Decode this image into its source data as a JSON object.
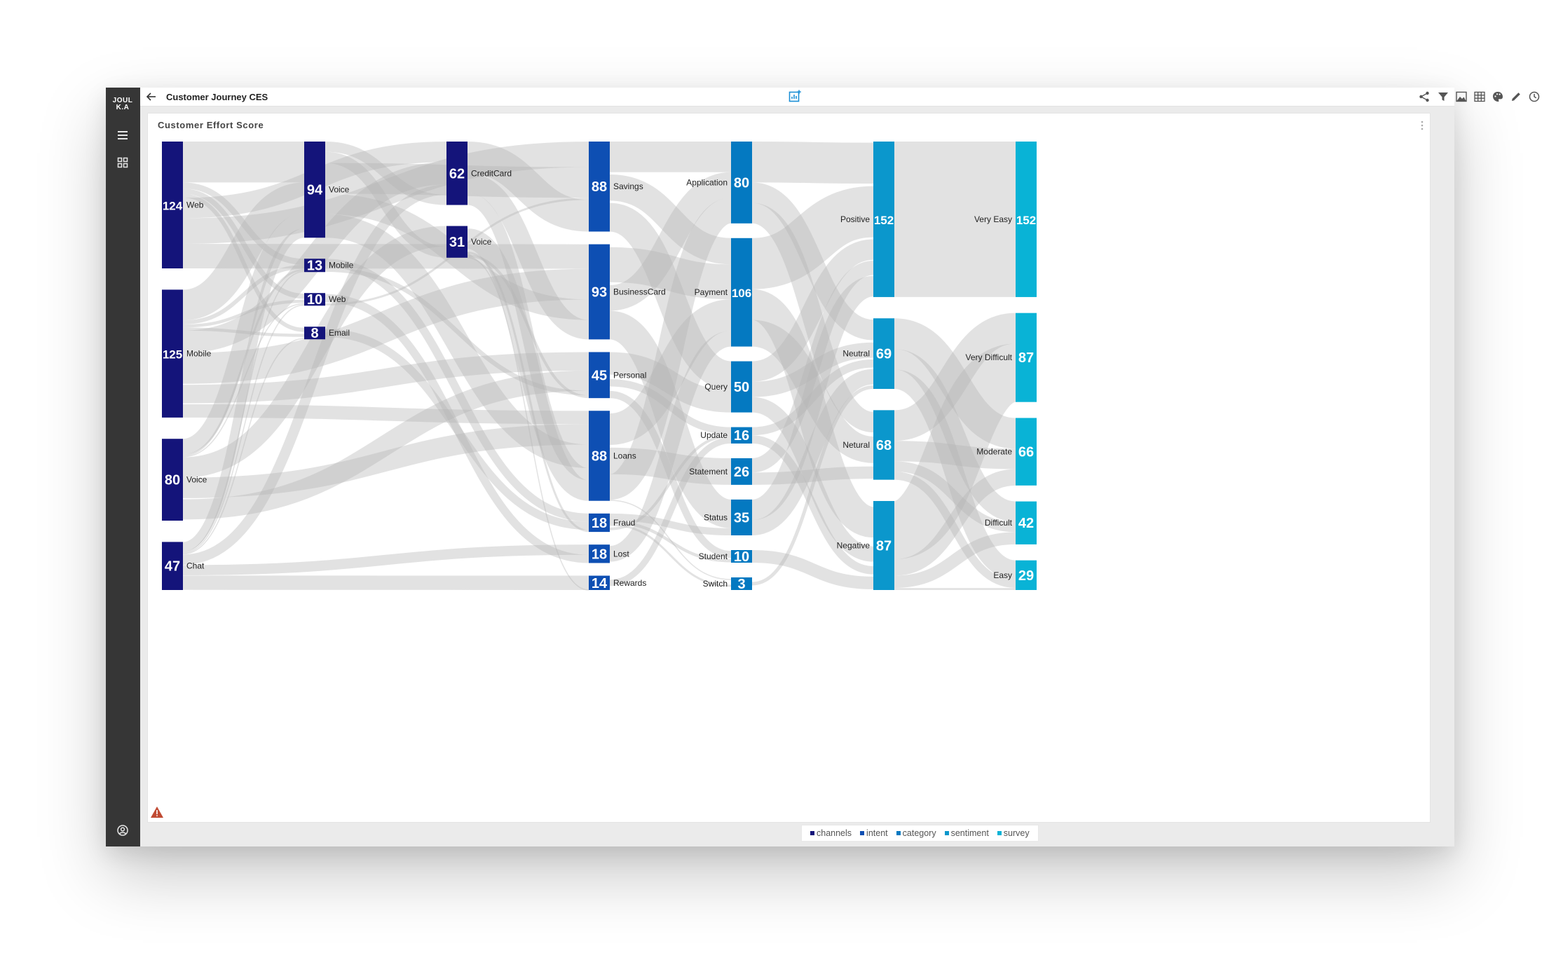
{
  "app": {
    "logo_text": "JOUL\nK.A",
    "title": "Customer Journey CES"
  },
  "panel": {
    "title": "Customer Effort Score"
  },
  "toolbar_icons": [
    "share-icon",
    "filter-icon",
    "image-icon",
    "table-icon",
    "palette-icon",
    "pencil-icon",
    "clock-icon"
  ],
  "colors": {
    "channels": "#14147a",
    "intent": "#0e4fb3",
    "category": "#0479c1",
    "sentiment": "#0b97cc",
    "survey": "#09b3d6",
    "link": "#b4b4b4"
  },
  "chart_data": {
    "type": "sankey",
    "title": "Customer Effort Score",
    "legend": [
      {
        "name": "channels",
        "color": "#14147a"
      },
      {
        "name": "intent",
        "color": "#0e4fb3"
      },
      {
        "name": "category",
        "color": "#0479c1"
      },
      {
        "name": "sentiment",
        "color": "#0b97cc"
      },
      {
        "name": "survey",
        "color": "#09b3d6"
      }
    ],
    "legend_position": "bottom-center",
    "columns": [
      {
        "name": "channels",
        "nodes": [
          {
            "label": "Web",
            "value": 124
          },
          {
            "label": "Mobile",
            "value": 125
          },
          {
            "label": "Voice",
            "value": 80
          },
          {
            "label": "Chat",
            "value": 47
          }
        ]
      },
      {
        "name": "channels",
        "nodes": [
          {
            "label": "Voice",
            "value": 94
          },
          {
            "label": "Mobile",
            "value": 13
          },
          {
            "label": "Web",
            "value": 10
          },
          {
            "label": "Email",
            "value": 8
          }
        ]
      },
      {
        "name": "channels",
        "nodes": [
          {
            "label": "CreditCard",
            "value": 62
          },
          {
            "label": "Voice",
            "value": 31
          }
        ]
      },
      {
        "name": "intent",
        "nodes": [
          {
            "label": "Savings",
            "value": 88
          },
          {
            "label": "BusinessCard",
            "value": 93
          },
          {
            "label": "Personal",
            "value": 45
          },
          {
            "label": "Loans",
            "value": 88
          },
          {
            "label": "Fraud",
            "value": 18
          },
          {
            "label": "Lost",
            "value": 18
          },
          {
            "label": "Rewards",
            "value": 14
          }
        ]
      },
      {
        "name": "category",
        "nodes": [
          {
            "label": "Application",
            "value": 80
          },
          {
            "label": "Payment",
            "value": 106
          },
          {
            "label": "Query",
            "value": 50
          },
          {
            "label": "Update",
            "value": 16
          },
          {
            "label": "Statement",
            "value": 26
          },
          {
            "label": "Status",
            "value": 35
          },
          {
            "label": "Student",
            "value": 10
          },
          {
            "label": "Switch",
            "value": 3
          }
        ]
      },
      {
        "name": "sentiment",
        "nodes": [
          {
            "label": "Positive",
            "value": 152
          },
          {
            "label": "Neutral",
            "value": 69
          },
          {
            "label": "Netural",
            "value": 68
          },
          {
            "label": "Negative",
            "value": 87
          }
        ]
      },
      {
        "name": "survey",
        "nodes": [
          {
            "label": "Very Easy",
            "value": 152
          },
          {
            "label": "Very Difficult",
            "value": 87
          },
          {
            "label": "Moderate",
            "value": 66
          },
          {
            "label": "Difficult",
            "value": 42
          },
          {
            "label": "Easy",
            "value": 29
          }
        ]
      }
    ],
    "links": [
      {
        "from": [
          0,
          0
        ],
        "to": [
          1,
          0
        ],
        "value": 40
      },
      {
        "from": [
          0,
          0
        ],
        "to": [
          1,
          1
        ],
        "value": 6
      },
      {
        "from": [
          0,
          0
        ],
        "to": [
          1,
          2
        ],
        "value": 5
      },
      {
        "from": [
          0,
          0
        ],
        "to": [
          1,
          3
        ],
        "value": 4
      },
      {
        "from": [
          0,
          1
        ],
        "to": [
          1,
          0
        ],
        "value": 30
      },
      {
        "from": [
          0,
          1
        ],
        "to": [
          1,
          1
        ],
        "value": 4
      },
      {
        "from": [
          0,
          1
        ],
        "to": [
          1,
          2
        ],
        "value": 3
      },
      {
        "from": [
          0,
          1
        ],
        "to": [
          1,
          3
        ],
        "value": 3
      },
      {
        "from": [
          0,
          2
        ],
        "to": [
          1,
          0
        ],
        "value": 15
      },
      {
        "from": [
          0,
          2
        ],
        "to": [
          1,
          1
        ],
        "value": 2
      },
      {
        "from": [
          0,
          2
        ],
        "to": [
          1,
          2
        ],
        "value": 1
      },
      {
        "from": [
          0,
          3
        ],
        "to": [
          1,
          0
        ],
        "value": 9
      },
      {
        "from": [
          0,
          3
        ],
        "to": [
          1,
          1
        ],
        "value": 1
      },
      {
        "from": [
          0,
          3
        ],
        "to": [
          1,
          2
        ],
        "value": 1
      },
      {
        "from": [
          0,
          3
        ],
        "to": [
          1,
          3
        ],
        "value": 1
      },
      {
        "from": [
          0,
          0
        ],
        "to": [
          2,
          0
        ],
        "value": 20
      },
      {
        "from": [
          0,
          1
        ],
        "to": [
          2,
          0
        ],
        "value": 22
      },
      {
        "from": [
          0,
          2
        ],
        "to": [
          2,
          1
        ],
        "value": 20
      },
      {
        "from": [
          0,
          3
        ],
        "to": [
          2,
          0
        ],
        "value": 10
      },
      {
        "from": [
          0,
          0
        ],
        "to": [
          3,
          0
        ],
        "value": 25
      },
      {
        "from": [
          0,
          0
        ],
        "to": [
          3,
          1
        ],
        "value": 24
      },
      {
        "from": [
          0,
          1
        ],
        "to": [
          3,
          1
        ],
        "value": 30
      },
      {
        "from": [
          0,
          1
        ],
        "to": [
          3,
          2
        ],
        "value": 20
      },
      {
        "from": [
          0,
          1
        ],
        "to": [
          3,
          3
        ],
        "value": 13
      },
      {
        "from": [
          0,
          2
        ],
        "to": [
          3,
          3
        ],
        "value": 20
      },
      {
        "from": [
          0,
          2
        ],
        "to": [
          3,
          2
        ],
        "value": 22
      },
      {
        "from": [
          0,
          3
        ],
        "to": [
          3,
          5
        ],
        "value": 10
      },
      {
        "from": [
          0,
          3
        ],
        "to": [
          3,
          6
        ],
        "value": 14
      },
      {
        "from": [
          1,
          0
        ],
        "to": [
          2,
          0
        ],
        "value": 10
      },
      {
        "from": [
          1,
          0
        ],
        "to": [
          2,
          1
        ],
        "value": 11
      },
      {
        "from": [
          1,
          0
        ],
        "to": [
          3,
          0
        ],
        "value": 30
      },
      {
        "from": [
          1,
          0
        ],
        "to": [
          3,
          1
        ],
        "value": 20
      },
      {
        "from": [
          1,
          0
        ],
        "to": [
          3,
          3
        ],
        "value": 23
      },
      {
        "from": [
          1,
          1
        ],
        "to": [
          3,
          4
        ],
        "value": 8
      },
      {
        "from": [
          1,
          1
        ],
        "to": [
          3,
          2
        ],
        "value": 5
      },
      {
        "from": [
          1,
          2
        ],
        "to": [
          3,
          5
        ],
        "value": 8
      },
      {
        "from": [
          1,
          2
        ],
        "to": [
          3,
          0
        ],
        "value": 2
      },
      {
        "from": [
          1,
          3
        ],
        "to": [
          3,
          4
        ],
        "value": 8
      },
      {
        "from": [
          2,
          0
        ],
        "to": [
          3,
          0
        ],
        "value": 31
      },
      {
        "from": [
          2,
          0
        ],
        "to": [
          3,
          1
        ],
        "value": 19
      },
      {
        "from": [
          2,
          0
        ],
        "to": [
          3,
          3
        ],
        "value": 12
      },
      {
        "from": [
          2,
          1
        ],
        "to": [
          3,
          3
        ],
        "value": 20
      },
      {
        "from": [
          2,
          1
        ],
        "to": [
          3,
          4
        ],
        "value": 2
      },
      {
        "from": [
          2,
          1
        ],
        "to": [
          3,
          2
        ],
        "value": 3
      },
      {
        "from": [
          2,
          1
        ],
        "to": [
          3,
          6
        ],
        "value": 0
      },
      {
        "from": [
          3,
          0
        ],
        "to": [
          4,
          0
        ],
        "value": 30
      },
      {
        "from": [
          3,
          0
        ],
        "to": [
          4,
          1
        ],
        "value": 30
      },
      {
        "from": [
          3,
          0
        ],
        "to": [
          4,
          2
        ],
        "value": 28
      },
      {
        "from": [
          3,
          1
        ],
        "to": [
          4,
          1
        ],
        "value": 40
      },
      {
        "from": [
          3,
          1
        ],
        "to": [
          4,
          0
        ],
        "value": 25
      },
      {
        "from": [
          3,
          1
        ],
        "to": [
          4,
          5
        ],
        "value": 28
      },
      {
        "from": [
          3,
          2
        ],
        "to": [
          4,
          2
        ],
        "value": 22
      },
      {
        "from": [
          3,
          2
        ],
        "to": [
          4,
          3
        ],
        "value": 16
      },
      {
        "from": [
          3,
          2
        ],
        "to": [
          4,
          6
        ],
        "value": 7
      },
      {
        "from": [
          3,
          3
        ],
        "to": [
          4,
          1
        ],
        "value": 36
      },
      {
        "from": [
          3,
          3
        ],
        "to": [
          4,
          4
        ],
        "value": 26
      },
      {
        "from": [
          3,
          3
        ],
        "to": [
          4,
          0
        ],
        "value": 25
      },
      {
        "from": [
          3,
          3
        ],
        "to": [
          4,
          7
        ],
        "value": 1
      },
      {
        "from": [
          3,
          4
        ],
        "to": [
          4,
          5
        ],
        "value": 7
      },
      {
        "from": [
          3,
          4
        ],
        "to": [
          4,
          6
        ],
        "value": 3
      },
      {
        "from": [
          3,
          4
        ],
        "to": [
          4,
          7
        ],
        "value": 2
      },
      {
        "from": [
          3,
          4
        ],
        "to": [
          4,
          3
        ],
        "value": 6
      },
      {
        "from": [
          3,
          5
        ],
        "to": [
          4,
          1
        ],
        "value": 18
      },
      {
        "from": [
          3,
          6
        ],
        "to": [
          4,
          3
        ],
        "value": 14
      },
      {
        "from": [
          4,
          0
        ],
        "to": [
          5,
          0
        ],
        "value": 40
      },
      {
        "from": [
          4,
          0
        ],
        "to": [
          5,
          1
        ],
        "value": 20
      },
      {
        "from": [
          4,
          0
        ],
        "to": [
          5,
          2
        ],
        "value": 20
      },
      {
        "from": [
          4,
          1
        ],
        "to": [
          5,
          0
        ],
        "value": 50
      },
      {
        "from": [
          4,
          1
        ],
        "to": [
          5,
          3
        ],
        "value": 30
      },
      {
        "from": [
          4,
          1
        ],
        "to": [
          5,
          2
        ],
        "value": 26
      },
      {
        "from": [
          4,
          2
        ],
        "to": [
          5,
          0
        ],
        "value": 20
      },
      {
        "from": [
          4,
          2
        ],
        "to": [
          5,
          1
        ],
        "value": 15
      },
      {
        "from": [
          4,
          2
        ],
        "to": [
          5,
          3
        ],
        "value": 15
      },
      {
        "from": [
          4,
          3
        ],
        "to": [
          5,
          1
        ],
        "value": 8
      },
      {
        "from": [
          4,
          3
        ],
        "to": [
          5,
          3
        ],
        "value": 8
      },
      {
        "from": [
          4,
          4
        ],
        "to": [
          5,
          0
        ],
        "value": 14
      },
      {
        "from": [
          4,
          4
        ],
        "to": [
          5,
          2
        ],
        "value": 12
      },
      {
        "from": [
          4,
          5
        ],
        "to": [
          5,
          0
        ],
        "value": 20
      },
      {
        "from": [
          4,
          5
        ],
        "to": [
          5,
          1
        ],
        "value": 15
      },
      {
        "from": [
          4,
          6
        ],
        "to": [
          5,
          3
        ],
        "value": 10
      },
      {
        "from": [
          4,
          7
        ],
        "to": [
          5,
          1
        ],
        "value": 3
      },
      {
        "from": [
          5,
          0
        ],
        "to": [
          6,
          0
        ],
        "value": 152
      },
      {
        "from": [
          5,
          1
        ],
        "to": [
          6,
          2
        ],
        "value": 30
      },
      {
        "from": [
          5,
          1
        ],
        "to": [
          6,
          3
        ],
        "value": 20
      },
      {
        "from": [
          5,
          1
        ],
        "to": [
          6,
          4
        ],
        "value": 19
      },
      {
        "from": [
          5,
          2
        ],
        "to": [
          6,
          1
        ],
        "value": 30
      },
      {
        "from": [
          5,
          2
        ],
        "to": [
          6,
          2
        ],
        "value": 20
      },
      {
        "from": [
          5,
          2
        ],
        "to": [
          6,
          3
        ],
        "value": 10
      },
      {
        "from": [
          5,
          2
        ],
        "to": [
          6,
          4
        ],
        "value": 8
      },
      {
        "from": [
          5,
          3
        ],
        "to": [
          6,
          1
        ],
        "value": 57
      },
      {
        "from": [
          5,
          3
        ],
        "to": [
          6,
          2
        ],
        "value": 16
      },
      {
        "from": [
          5,
          3
        ],
        "to": [
          6,
          3
        ],
        "value": 12
      },
      {
        "from": [
          5,
          3
        ],
        "to": [
          6,
          4
        ],
        "value": 2
      }
    ]
  }
}
